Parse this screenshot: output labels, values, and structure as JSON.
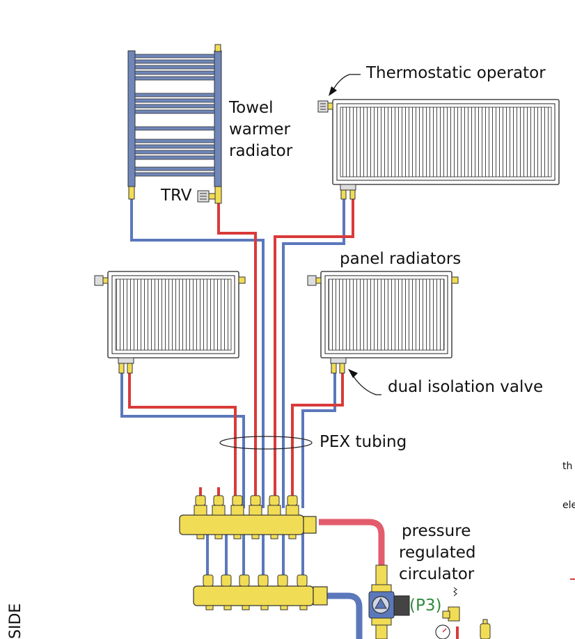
{
  "labels": {
    "towel_line1": "Towel",
    "towel_line2": "warmer",
    "towel_line3": "radiator",
    "trv": "TRV",
    "thermostatic_operator": "Thermostatic operator",
    "panel_radiators": "panel radiators",
    "dual_isolation_valve": "dual isolation valve",
    "pex_tubing": "PEX tubing",
    "pressure_line1": "pressure",
    "pressure_line2": "regulated",
    "pressure_line3": "circulator",
    "p3": "(P3)",
    "side": "SIDE",
    "edge_th": "th",
    "edge_el": "ele"
  },
  "colors": {
    "supply": "#d93a3a",
    "return": "#5b78bb",
    "radiator_outline": "#222222",
    "towel_bar": "#6f86b8",
    "brass": "#f1dc55",
    "background": "#ffffff"
  }
}
